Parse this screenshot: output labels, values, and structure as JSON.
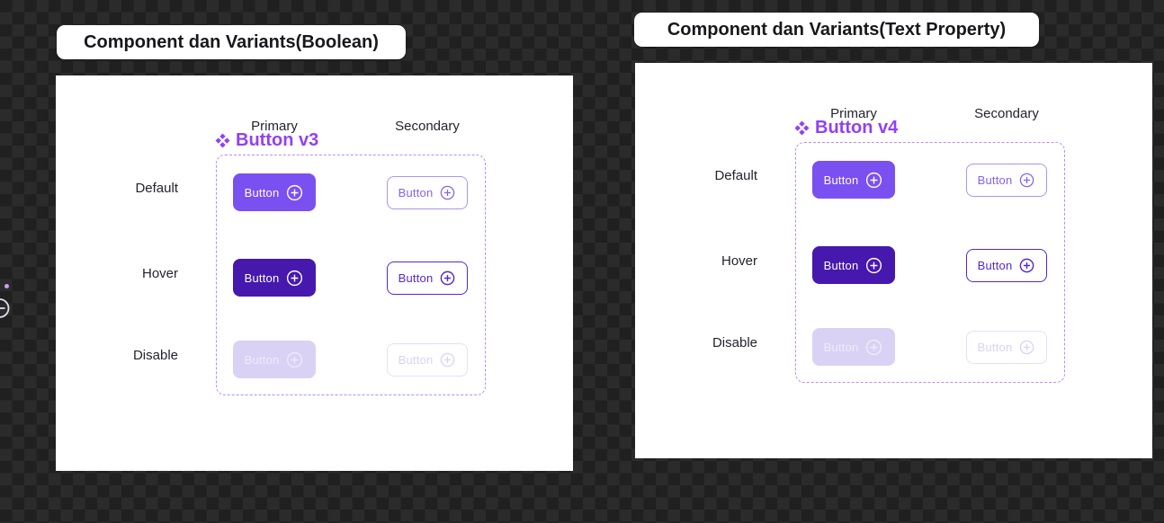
{
  "colors": {
    "canvas-dark": "#202020",
    "canvas-light": "#2b2b2b",
    "card-bg": "#ffffff",
    "title-text": "#17171d",
    "label-text": "#232330",
    "component-purple": "#9240f5",
    "dashed-border": "#bb8bf8",
    "primary-default": "#7b50f0",
    "primary-hover": "#4618ae",
    "primary-disable": "#d9d2f4",
    "primary-disable-text": "#efecfb",
    "secondary-border-default": "#ae93f4",
    "secondary-text-default": "#8463ec",
    "secondary-hover": "#5727d0",
    "secondary-disable-border": "#e4dff9",
    "secondary-disable-text": "#d9d2f5",
    "edge-dot": "#c9a2f6",
    "edge-icon": "#e3def2"
  },
  "frames": [
    {
      "title": "Component dan Variants(Boolean)",
      "component_name": "Button v3",
      "component_icon": "component-set-diamond-icon",
      "columns": [
        "Primary",
        "Secondary"
      ],
      "rows": [
        "Default",
        "Hover",
        "Disable"
      ],
      "button_label": "Button",
      "button_icon": "plus-circle-icon"
    },
    {
      "title": "Component dan Variants(Text Property)",
      "component_name": "Button v4",
      "component_icon": "component-set-diamond-icon",
      "columns": [
        "Primary",
        "Secondary"
      ],
      "rows": [
        "Default",
        "Hover",
        "Disable"
      ],
      "button_label": "Button",
      "button_icon": "plus-circle-icon"
    }
  ],
  "canvas_artifacts": {
    "edge_icon": "plus-circle-icon-clipped",
    "edge_dot": "purple-dot"
  }
}
